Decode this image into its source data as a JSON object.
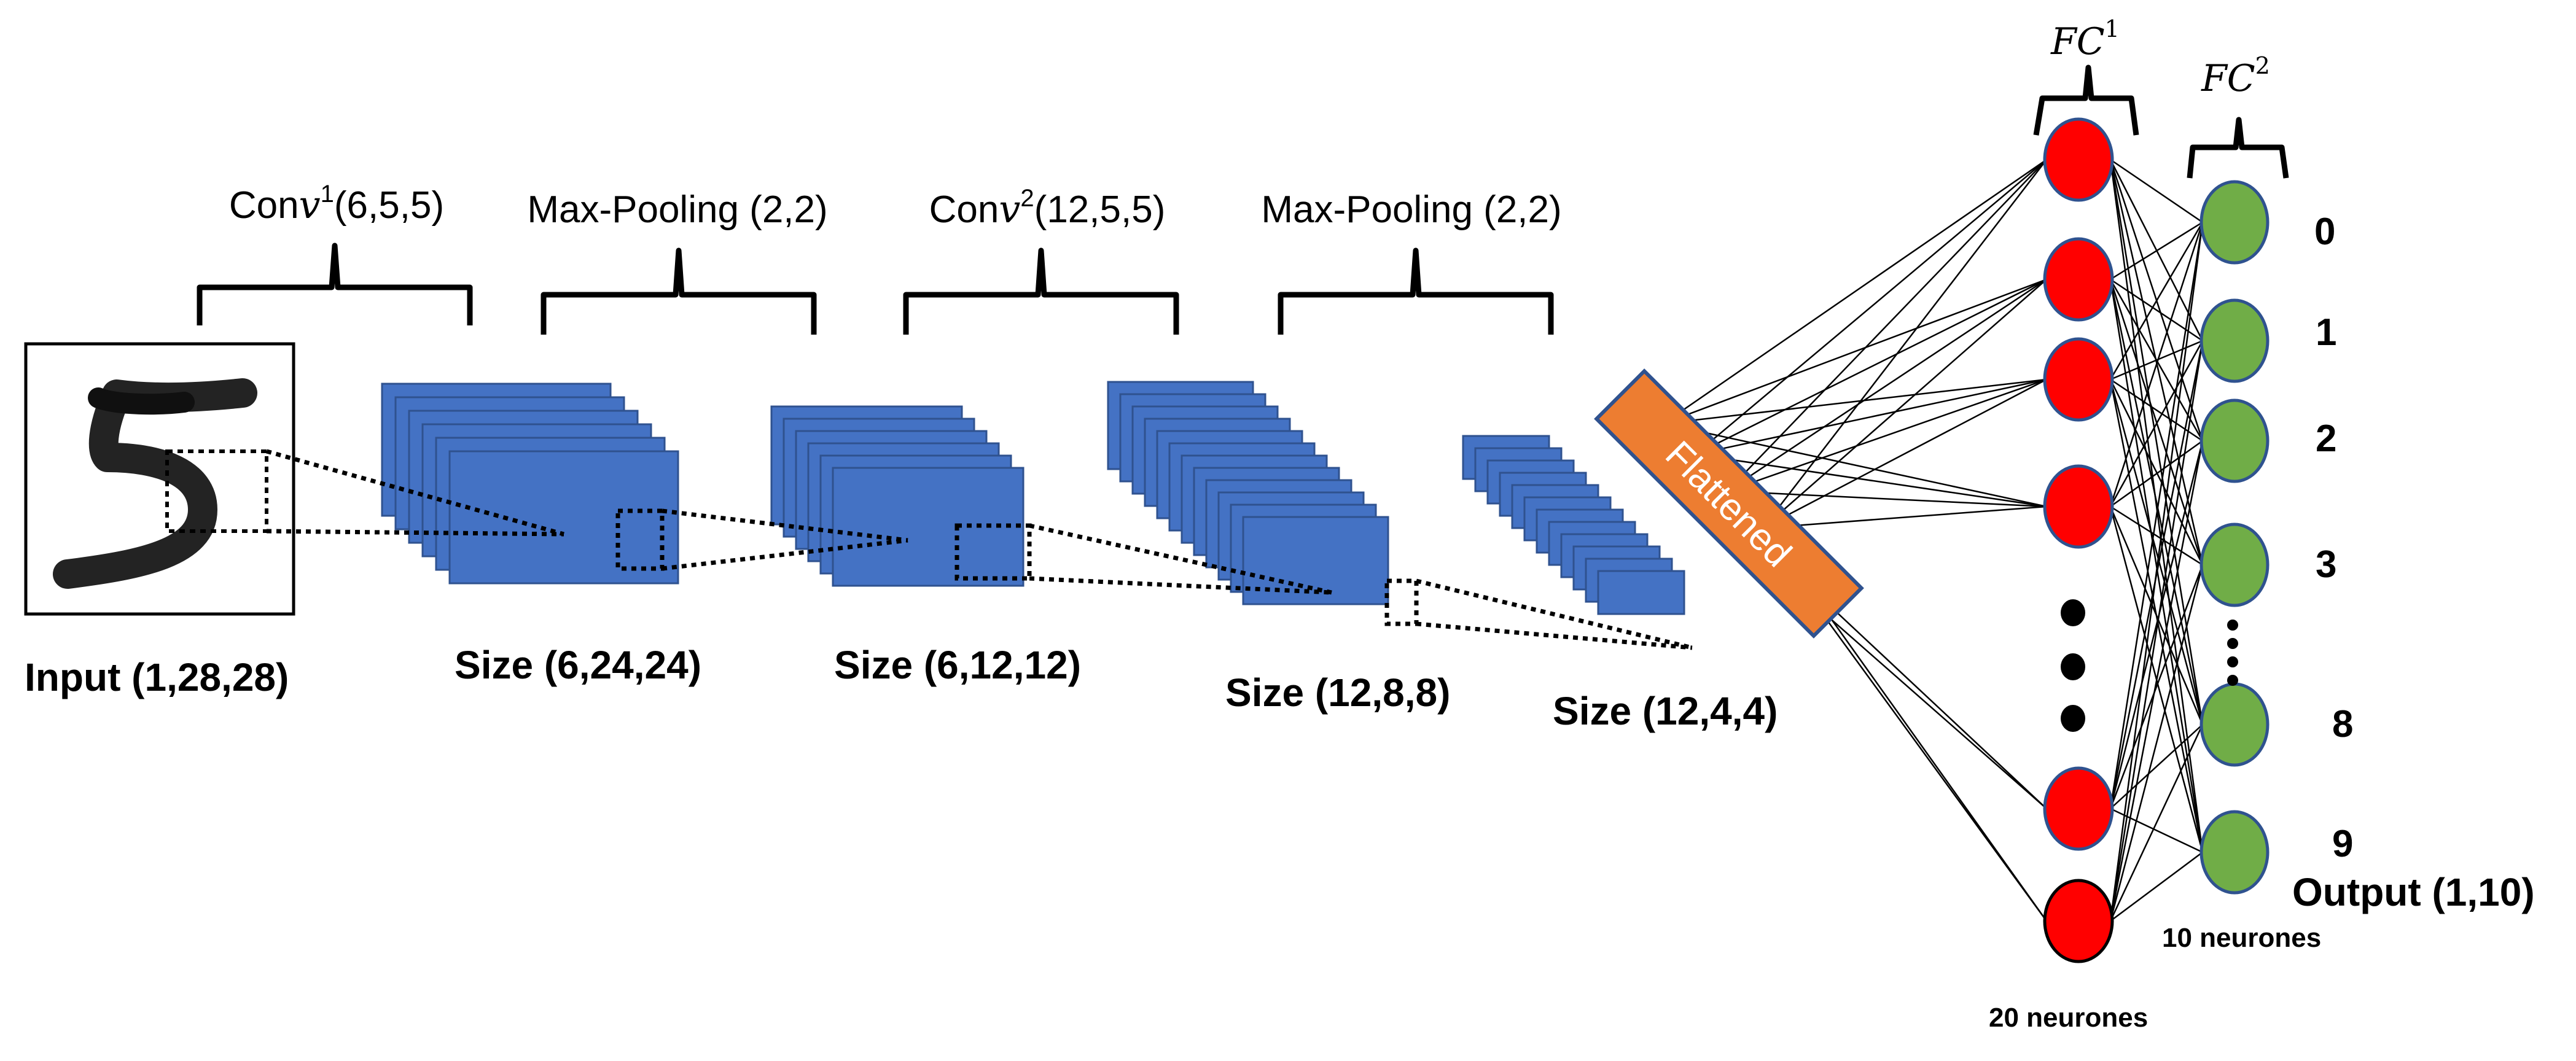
{
  "input": {
    "label": "Input (1,28,28)",
    "digit": "5"
  },
  "stages": [
    {
      "id": "conv1",
      "prefix": "Con",
      "var": "v",
      "sup": "1",
      "suffix": "(6,5,5)",
      "size_label": "Size (6,24,24)",
      "maps": 6
    },
    {
      "id": "pool1",
      "title": "Max-Pooling (2,2)",
      "size_label": "Size (6,12,12)",
      "maps": 6
    },
    {
      "id": "conv2",
      "prefix": "Con",
      "var": "v",
      "sup": "2",
      "suffix": "(12,5,5)",
      "size_label": "Size (12,8,8)",
      "maps": 12
    },
    {
      "id": "pool2",
      "title": "Max-Pooling (2,2)",
      "size_label": "Size (12,4,4)",
      "maps": 12
    }
  ],
  "flattened": {
    "label": "Flattened"
  },
  "fc1": {
    "name": "FC",
    "sup": "1",
    "neurons_label": "20 neurones"
  },
  "fc2": {
    "name": "FC",
    "sup": "2",
    "neurons_label": "10 neurones"
  },
  "output": {
    "label": "Output (1,10)",
    "digits": [
      "0",
      "1",
      "2",
      "3",
      "8",
      "9"
    ]
  },
  "colors": {
    "feature_map": "#4472c4",
    "feature_map_edge": "#2f528f",
    "flattened": "#ed7d31",
    "fc1_neuron": "#ff0000",
    "fc2_neuron": "#70ad47",
    "neuron_edge": "#2f528f"
  }
}
